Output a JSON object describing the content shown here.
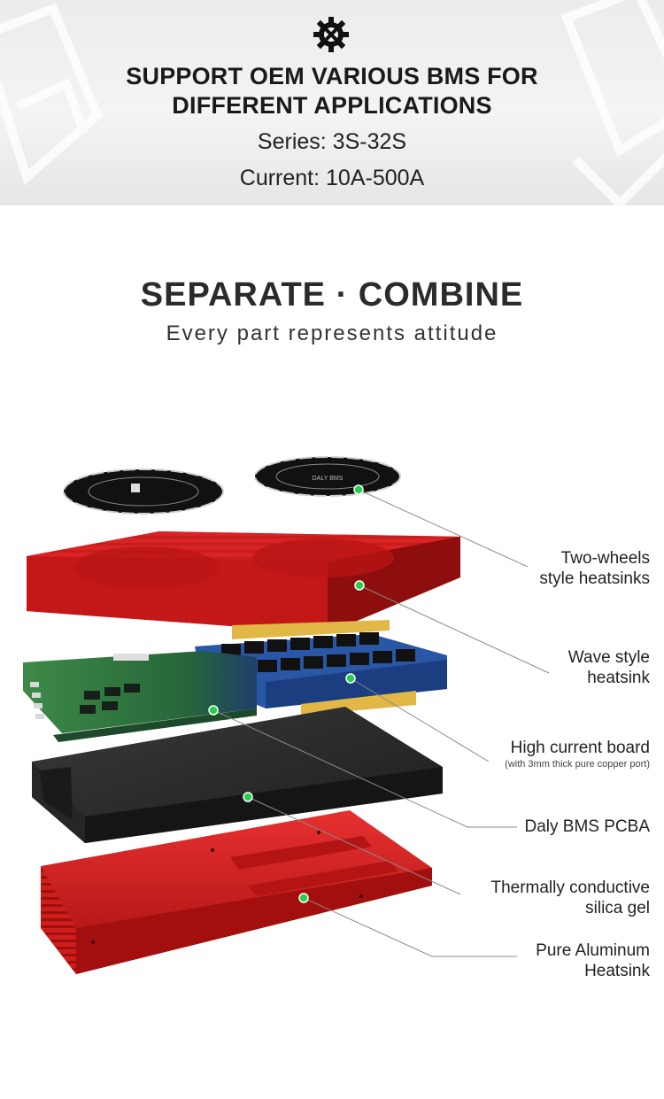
{
  "banner": {
    "title_line1": "SUPPORT OEM VARIOUS BMS FOR",
    "title_line2": "DIFFERENT APPLICATIONS",
    "series": "Series: 3S-32S",
    "current": "Current: 10A-500A",
    "icon": "gear-wrench-icon"
  },
  "section": {
    "title": "SEPARATE · COMBINE",
    "subtitle": "Every part represents attitude"
  },
  "callouts": [
    {
      "line1": "Two-wheels",
      "line2": "style heatsinks"
    },
    {
      "line1": "Wave style",
      "line2": "heatsink"
    },
    {
      "line1": "High current board",
      "note": "(with 3mm thick pure copper port)"
    },
    {
      "line1": "Daly BMS PCBA"
    },
    {
      "line1": "Thermally conductive",
      "line2": "silica gel"
    },
    {
      "line1": "Pure Aluminum",
      "line2": "Heatsink"
    }
  ],
  "colors": {
    "heatsink_red": "#d41f1f",
    "pcb_green": "#2f7a3e",
    "board_blue": "#2a56a6",
    "gel_black": "#2b2b2b",
    "marker_green": "#25d04a"
  }
}
